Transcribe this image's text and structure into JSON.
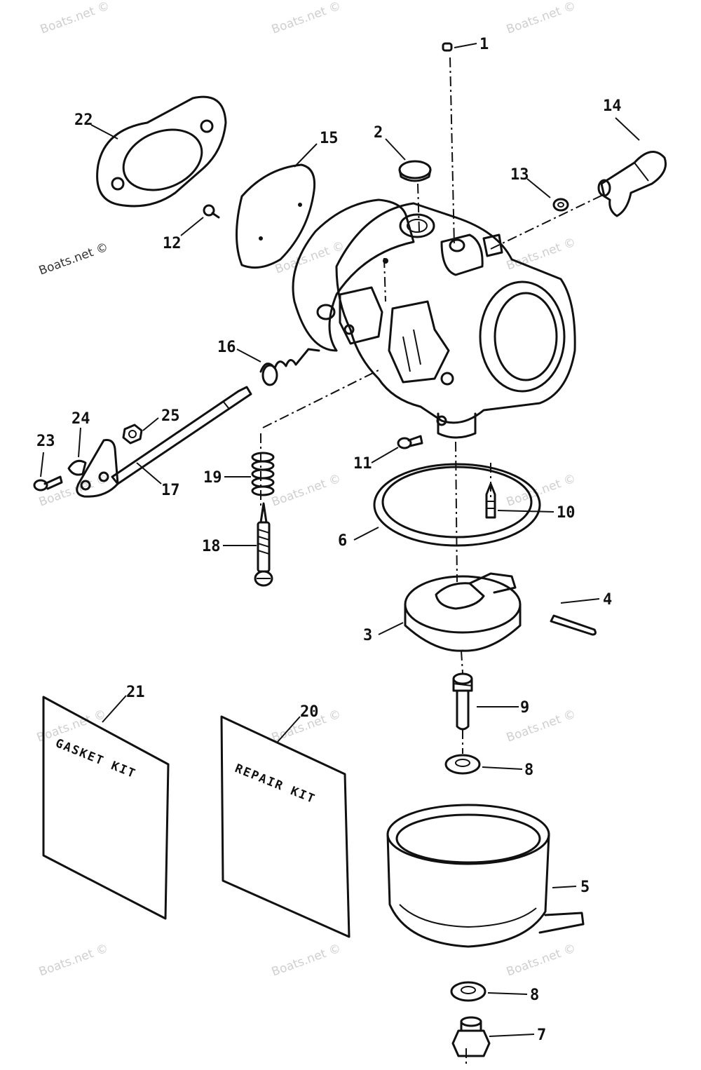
{
  "watermarks": {
    "light": "Boats.net ©",
    "dark": "Boats.net ©"
  },
  "callouts": {
    "c1": "1",
    "c2": "2",
    "c3": "3",
    "c4": "4",
    "c5": "5",
    "c6": "6",
    "c7": "7",
    "c8a": "8",
    "c8b": "8",
    "c9": "9",
    "c10": "10",
    "c11": "11",
    "c12": "12",
    "c13": "13",
    "c14": "14",
    "c15": "15",
    "c16": "16",
    "c17": "17",
    "c18": "18",
    "c19": "19",
    "c20": "20",
    "c21": "21",
    "c22": "22",
    "c23": "23",
    "c24": "24",
    "c25": "25"
  },
  "kits": {
    "gasket_line1": "GASKET KIT",
    "repair_line1": "REPAIR KIT"
  }
}
